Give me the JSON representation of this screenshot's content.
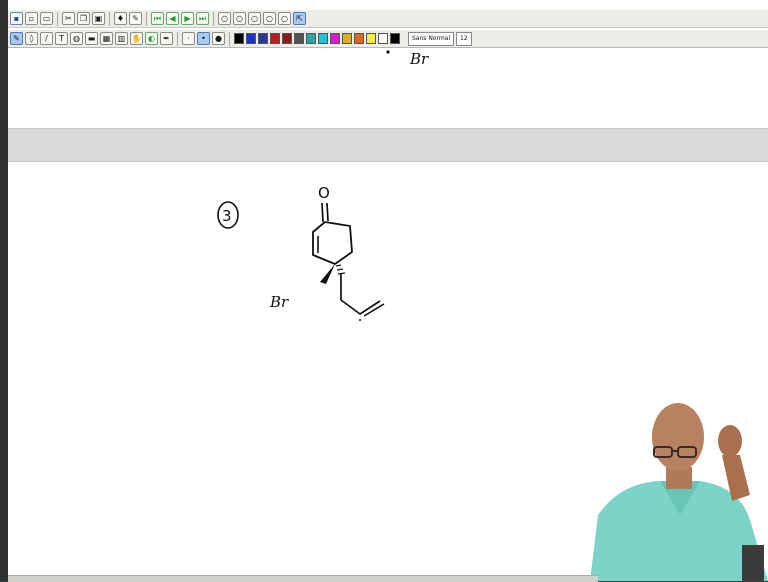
{
  "toolbar": {
    "font_name": "Sans Normal",
    "font_size": "12",
    "colors": [
      "#000000",
      "#1a2fd0",
      "#2b3a8f",
      "#c51a1a",
      "#8a1a1a",
      "#555555",
      "#2aa5a5",
      "#19c4d8",
      "#d21bd2",
      "#d8b21b",
      "#d66a16",
      "#f1ef36",
      "#ffffff",
      "#000000"
    ],
    "icons": [
      "save-icon",
      "new-icon",
      "open-icon",
      "cut-icon",
      "copy-icon",
      "paste-icon",
      "pin-icon",
      "pen-icon",
      "first-page-icon",
      "prev-page-icon",
      "next-page-icon",
      "last-page-icon",
      "zoom-out-icon",
      "zoom-in-icon",
      "zoom-fit-icon",
      "zoom-width-icon",
      "zoom-custom-icon",
      "select-icon"
    ]
  },
  "handwriting": {
    "top_label": "Br",
    "number": "3",
    "oxygen": "O",
    "substituent": "Br"
  }
}
